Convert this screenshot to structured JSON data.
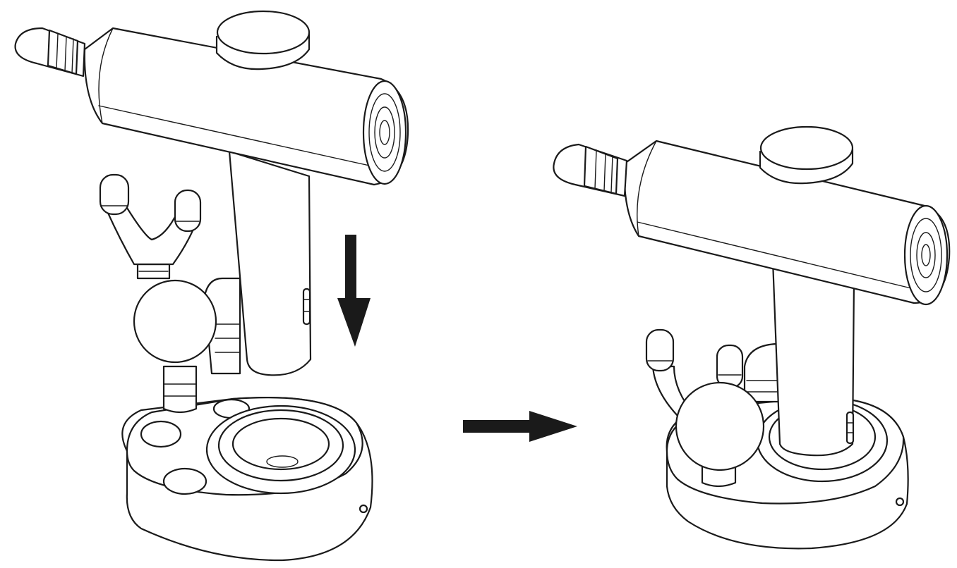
{
  "figure": {
    "panels": [
      {
        "id": "step-before",
        "shows": "massage-gun",
        "state": "lowering-onto-base"
      },
      {
        "id": "step-after",
        "shows": "massage-gun",
        "state": "docked-in-base"
      }
    ],
    "arrows": [
      {
        "id": "down-arrow",
        "direction": "down",
        "icon": "arrow-down-icon"
      },
      {
        "id": "next-arrow",
        "direction": "right",
        "icon": "arrow-right-icon"
      }
    ],
    "colors": {
      "line": "#1a1a1a",
      "background": "#ffffff",
      "arrow": "#1a1a1a"
    }
  }
}
